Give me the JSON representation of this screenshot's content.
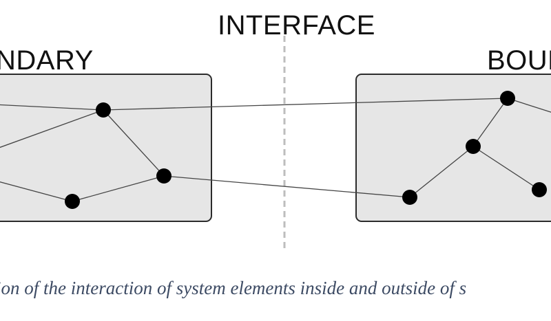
{
  "labels": {
    "interface": "INTERFACE",
    "left_boundary": "NDARY",
    "right_boundary": "BOUN"
  },
  "caption": "ion of the interaction of system elements inside and outside of s",
  "colors": {
    "box_fill": "#e6e6e6",
    "box_stroke": "#2b2b2b",
    "node": "#000000",
    "edge": "#444444",
    "interface_line": "#bdbdbd",
    "caption": "#3c4a63"
  },
  "nodes": [
    {
      "id": "L1",
      "box": "left"
    },
    {
      "id": "L2",
      "box": "left"
    },
    {
      "id": "L3",
      "box": "left"
    },
    {
      "id": "R1",
      "box": "right"
    },
    {
      "id": "R2",
      "box": "right"
    },
    {
      "id": "R3",
      "box": "right"
    },
    {
      "id": "R4",
      "box": "right"
    }
  ],
  "edges": [
    [
      "L1",
      "R1"
    ],
    [
      "L1",
      "L2"
    ],
    [
      "L2",
      "L3"
    ],
    [
      "L2",
      "R3"
    ],
    [
      "R1",
      "R2"
    ],
    [
      "R2",
      "R3"
    ],
    [
      "R2",
      "R4"
    ]
  ]
}
